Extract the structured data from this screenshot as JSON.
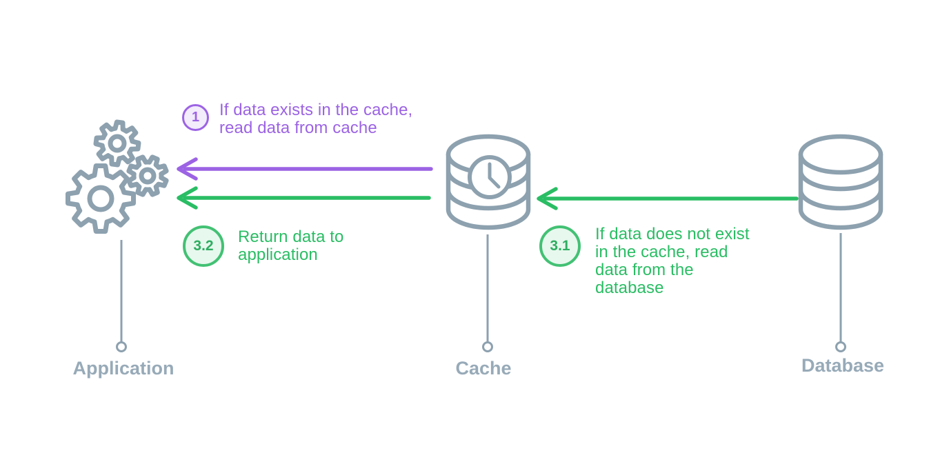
{
  "colors": {
    "purple": "#9C63E4",
    "purple_fill": "#F2ECFB",
    "green": "#2ABD64",
    "green_border": "#43C174",
    "green_fill": "#E7F8EE",
    "green_badge_text": "#2FAD61",
    "slate": "#8DA1AF",
    "label": "#97AAB8"
  },
  "nodes": [
    {
      "id": "application",
      "label": "Application",
      "icon": "gears-icon"
    },
    {
      "id": "cache",
      "label": "Cache",
      "icon": "cache-cylinder-clock-icon"
    },
    {
      "id": "database",
      "label": "Database",
      "icon": "database-cylinder-icon"
    }
  ],
  "steps": [
    {
      "badge": "1",
      "color": "purple",
      "from": "cache",
      "to": "application",
      "text": "If data exists in the cache,\nread data from cache"
    },
    {
      "badge": "3.1",
      "color": "green",
      "from": "database",
      "to": "cache",
      "text": "If data does not exist\nin the cache, read\ndata from the\ndatabase"
    },
    {
      "badge": "3.2",
      "color": "green",
      "from": "cache",
      "to": "application",
      "text": "Return data to\napplication"
    }
  ]
}
